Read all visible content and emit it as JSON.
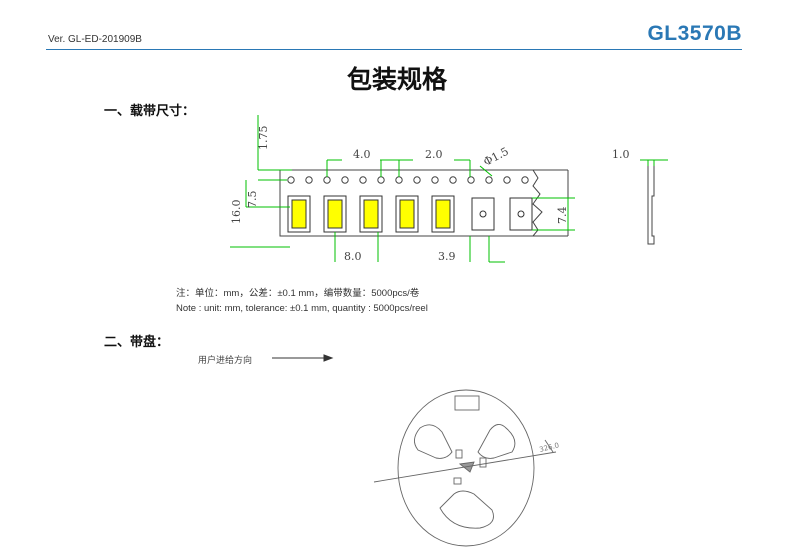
{
  "header": {
    "version": "Ver. GL-ED-201909B",
    "model": "GL3570B"
  },
  "title": "包装规格",
  "section1": {
    "heading": "一、载带尺寸：",
    "dims": {
      "d175": "1.75",
      "d40": "4.0",
      "d20": "2.0",
      "dhole": "Φ1.5",
      "d10": "1.0",
      "d75": "7.5",
      "d160": "16.0",
      "d74": "7.4",
      "d80": "8.0",
      "d39": "3.9"
    },
    "note_cn": "注：单位：mm，公差：±0.1 mm，编带数量：5000pcs/卷",
    "note_en": "Note :  unit: mm, tolerance: ±0.1 mm, quantity : 5000pcs/reel"
  },
  "section2": {
    "heading": "二、带盘：",
    "direction": "用户进给方向",
    "reel_dim": "326.0"
  },
  "colors": {
    "accent": "#2a78b5",
    "dim_green": "#00c000",
    "led": "#ffff00"
  }
}
